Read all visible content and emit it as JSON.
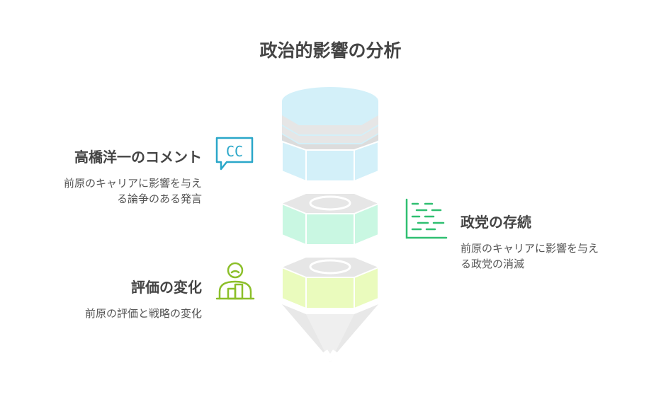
{
  "title": "政治的影響の分析",
  "items": [
    {
      "heading": "高橋洋一のコメント",
      "desc_line1": "前原のキャリアに影響を与え",
      "desc_line2": "る論争のある発言",
      "icon": "speech-bubble-cc-icon",
      "color": "#2aa7c9"
    },
    {
      "heading": "政党の存続",
      "desc_line1": "前原のキャリアに影響を与え",
      "desc_line2": "る政党の消滅",
      "icon": "data-lines-icon",
      "color": "#2fbf71"
    },
    {
      "heading": "評価の変化",
      "desc_line1": "前原の評価と戦略の変化",
      "icon": "person-podium-icon",
      "color": "#8cbf2a"
    }
  ],
  "funnel": {
    "top_color": "#d3f0f9",
    "middle_color": "#c9f7e2",
    "bottom_color": "#eafbbd",
    "tip_color": "#e8e8e8"
  },
  "cc_text": "CC"
}
